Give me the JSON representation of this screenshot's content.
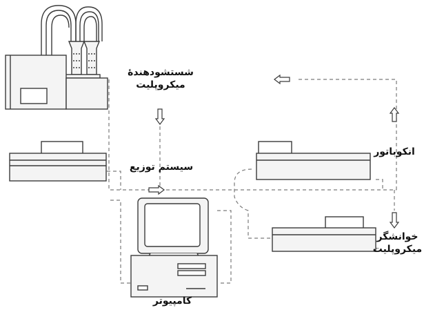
{
  "labels": {
    "washer": {
      "line1": "شستشودهندۀ",
      "line2": "میکروپلیت"
    },
    "dispenser": "سیستم توزیع",
    "incubator": "انکوباتور",
    "reader": {
      "line1": "خوانشگر",
      "line2": "میکروپلیت"
    },
    "computer": "کامپیوتر"
  },
  "colors": {
    "stroke": "#3a3a3a",
    "fill": "#f4f4f4",
    "dash": "#7a7a7a",
    "text": "#111111"
  }
}
